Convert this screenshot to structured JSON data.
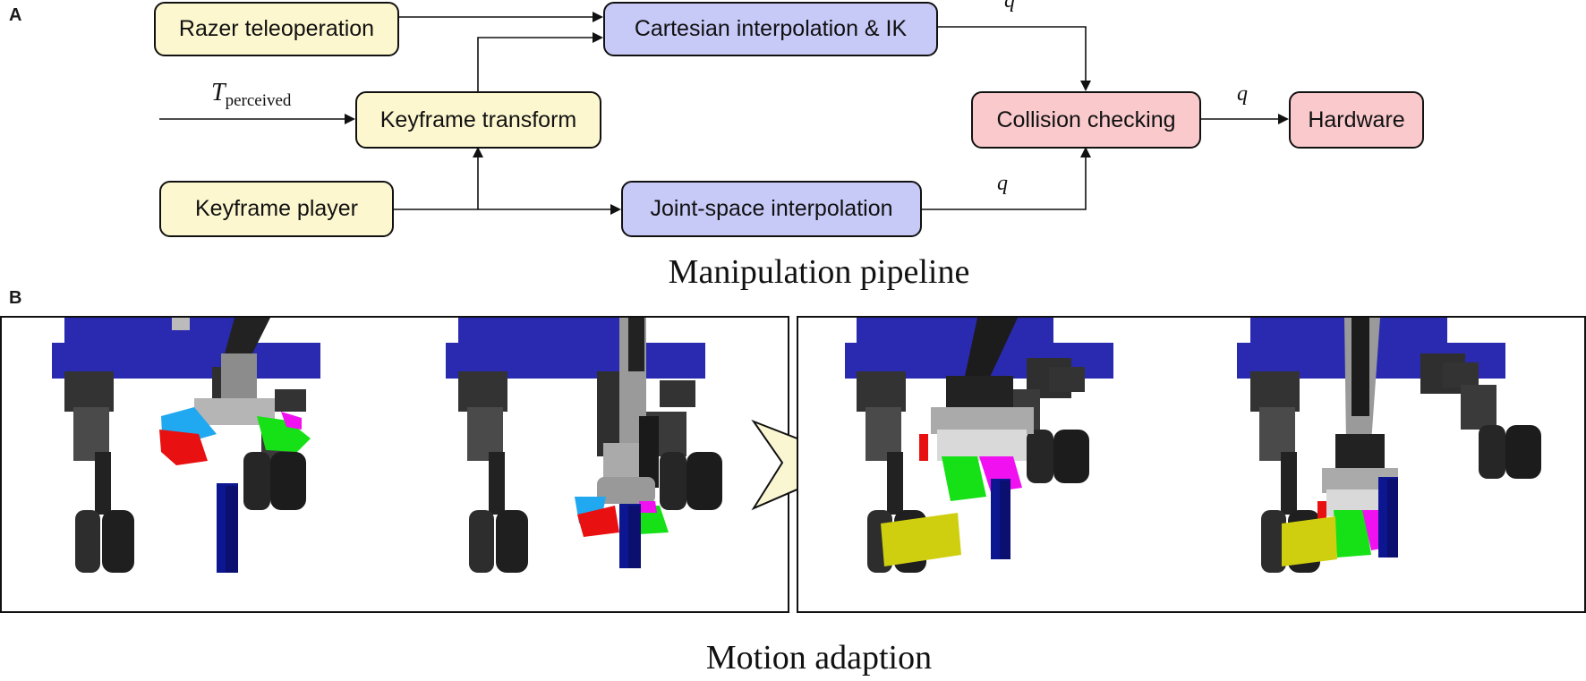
{
  "panel_a": {
    "letter": "A",
    "caption": "Manipulation pipeline",
    "nodes": {
      "razer": "Razer teleoperation",
      "cartesian": "Cartesian interpolation & IK",
      "keyframe_transform": "Keyframe transform",
      "collision": "Collision checking",
      "hardware": "Hardware",
      "keyframe_player": "Keyframe player",
      "joint_space": "Joint-space interpolation"
    },
    "edge_labels": {
      "t_symbol": "T",
      "t_subscript": "perceived",
      "q_cartesian": "q",
      "q_joint": "q",
      "q_hardware": "q"
    }
  },
  "panel_b": {
    "letter": "B",
    "caption": "Motion adaption"
  },
  "colors": {
    "yellow_node": "#fdf7cf",
    "blue_node": "#c7c9f7",
    "pink_node": "#f9c9cc",
    "robot_base": "#2a2ab0",
    "obstacle": "#0c1690",
    "finger_red": "#e81010",
    "finger_green": "#16e016",
    "finger_magenta": "#f010f0",
    "finger_cyan": "#20a8f0",
    "box_yellow": "#cfcf10",
    "arrowhead_fill": "#fbf6d2"
  }
}
